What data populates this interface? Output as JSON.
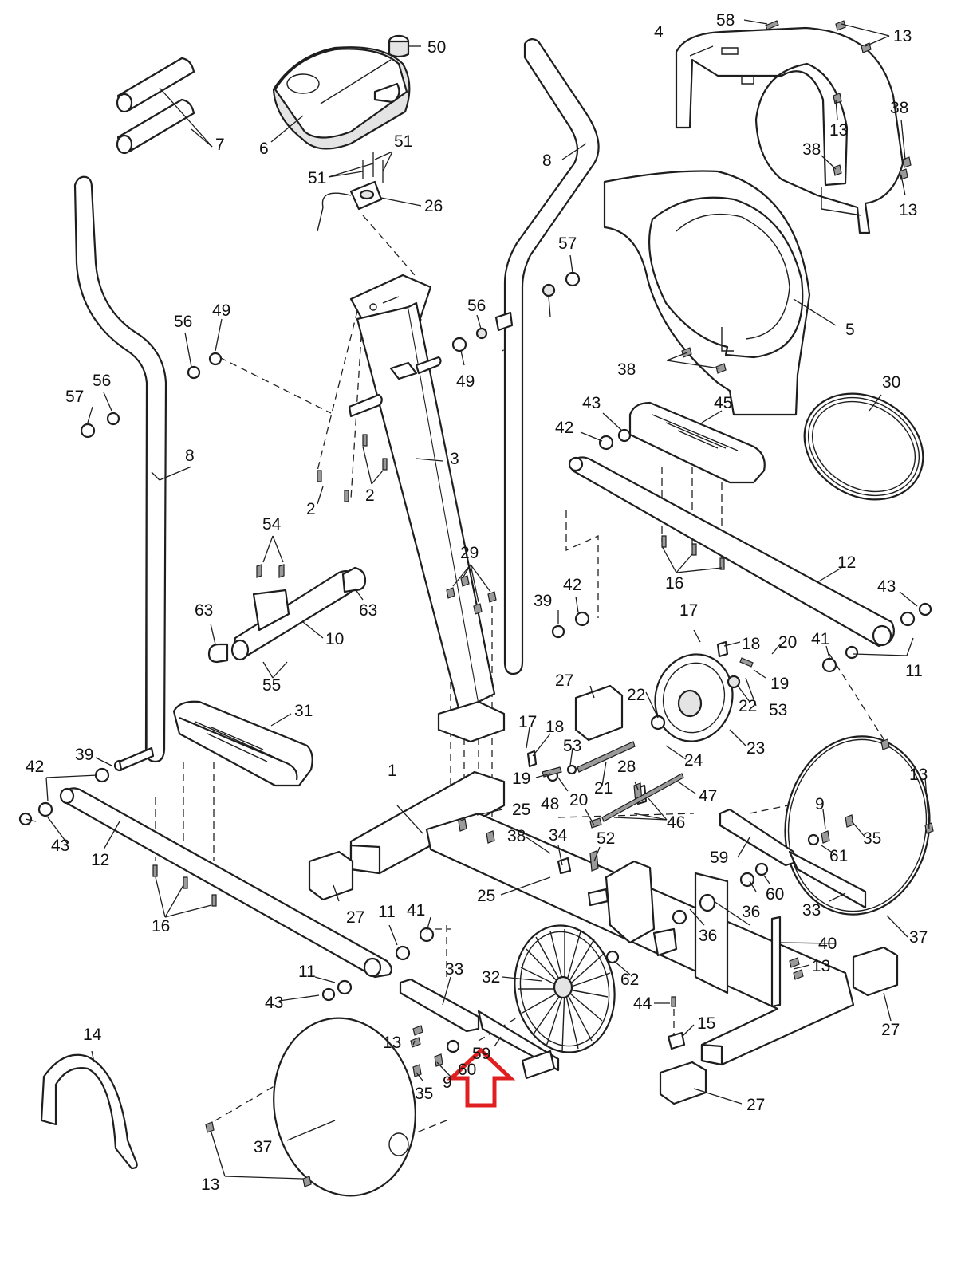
{
  "labels": {
    "l1": "1",
    "l2a": "2",
    "l2b": "2",
    "l3": "3",
    "l4": "4",
    "l5": "5",
    "l6": "6",
    "l7": "7",
    "l8a": "8",
    "l8b": "8",
    "l9a": "9",
    "l9b": "9",
    "l10": "10",
    "l11a": "11",
    "l11b": "11",
    "l11c": "11",
    "l12a": "12",
    "l12b": "12",
    "l13a": "13",
    "l13b": "13",
    "l13c": "13",
    "l13d": "13",
    "l13e": "13",
    "l13f": "13",
    "l13g": "13",
    "l14": "14",
    "l15": "15",
    "l16a": "16",
    "l16b": "16",
    "l17a": "17",
    "l17b": "17",
    "l18a": "18",
    "l18b": "18",
    "l19a": "19",
    "l19b": "19",
    "l20a": "20",
    "l20b": "20",
    "l21": "21",
    "l22a": "22",
    "l22b": "22",
    "l23": "23",
    "l24": "24",
    "l25a": "25",
    "l25b": "25",
    "l26": "26",
    "l27a": "27",
    "l27b": "27",
    "l27c": "27",
    "l27d": "27",
    "l28": "28",
    "l29": "29",
    "l30": "30",
    "l31": "31",
    "l32": "32",
    "l33a": "33",
    "l33b": "33",
    "l34": "34",
    "l35a": "35",
    "l35b": "35",
    "l36a": "36",
    "l36b": "36",
    "l37a": "37",
    "l37b": "37",
    "l38a": "38",
    "l38b": "38",
    "l38c": "38",
    "l38d": "38",
    "l39a": "39",
    "l39b": "39",
    "l40": "40",
    "l41a": "41",
    "l41b": "41",
    "l42a": "42",
    "l42b": "42",
    "l42c": "42",
    "l43a": "43",
    "l43b": "43",
    "l43c": "43",
    "l43d": "43",
    "l44": "44",
    "l45": "45",
    "l46": "46",
    "l47": "47",
    "l48": "48",
    "l49a": "49",
    "l49b": "49",
    "l50": "50",
    "l51a": "51",
    "l51b": "51",
    "l52": "52",
    "l53a": "53",
    "l53b": "53",
    "l54": "54",
    "l55": "55",
    "l56a": "56",
    "l56b": "56",
    "l56c": "56",
    "l57a": "57",
    "l57b": "57",
    "l58": "58",
    "l59a": "59",
    "l59b": "59",
    "l60a": "60",
    "l60b": "60",
    "l61": "61",
    "l62": "62",
    "l63a": "63",
    "l63b": "63"
  },
  "colors": {
    "line": "#1e1e1e",
    "highlight_arrow": "#e02020",
    "shade": "#e4e4e4"
  },
  "highlight": {
    "part": "59",
    "icon": "up-arrow-icon"
  }
}
